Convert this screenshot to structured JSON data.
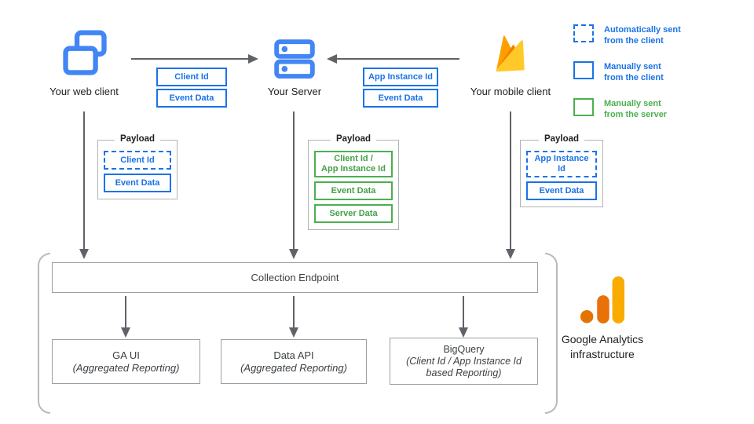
{
  "palette": {
    "blue": "#1a73e8",
    "icon_blue": "#4285f4",
    "green": "#4caf50",
    "arrow_gray": "#5f6368",
    "firebase_yellow": "#ffca28",
    "firebase_orange": "#ffa000",
    "firebase_deep_orange": "#f57c00",
    "logo_orange": "#e37400",
    "logo_amber": "#f9ab00"
  },
  "nodes": {
    "web": {
      "label": "Your web client"
    },
    "server": {
      "label": "Your Server"
    },
    "mobile": {
      "label": "Your mobile client"
    }
  },
  "flows": {
    "web_to_server": {
      "items": [
        {
          "label": "Client Id"
        },
        {
          "label": "Event Data"
        }
      ]
    },
    "mobile_to_server": {
      "items": [
        {
          "label": "App Instance Id"
        },
        {
          "label": "Event Data"
        }
      ]
    }
  },
  "legend": {
    "items": [
      {
        "line1": "Automatically sent",
        "line2": "from the client"
      },
      {
        "line1": "Manually sent",
        "line2": "from the client"
      },
      {
        "line1": "Manually sent",
        "line2": "from the server"
      }
    ]
  },
  "payloads": [
    {
      "title": "Payload",
      "items": [
        {
          "label": "Client Id"
        },
        {
          "label": "Event Data"
        }
      ]
    },
    {
      "title": "Payload",
      "items": [
        {
          "label": "Client Id /\nApp Instance Id"
        },
        {
          "label": "Event Data"
        },
        {
          "label": "Server Data"
        }
      ]
    },
    {
      "title": "Payload",
      "items": [
        {
          "label": "App Instance Id"
        },
        {
          "label": "Event Data"
        }
      ]
    }
  ],
  "infrastructure": {
    "collection_endpoint": "Collection Endpoint",
    "outputs": [
      {
        "title": "GA UI",
        "subtitle": "(Aggregated Reporting)"
      },
      {
        "title": "Data API",
        "subtitle": "(Aggregated Reporting)"
      },
      {
        "title": "BigQuery",
        "subtitle": "(Client Id / App Instance Id\nbased Reporting)"
      }
    ],
    "caption": "Google Analytics\ninfrastructure"
  }
}
